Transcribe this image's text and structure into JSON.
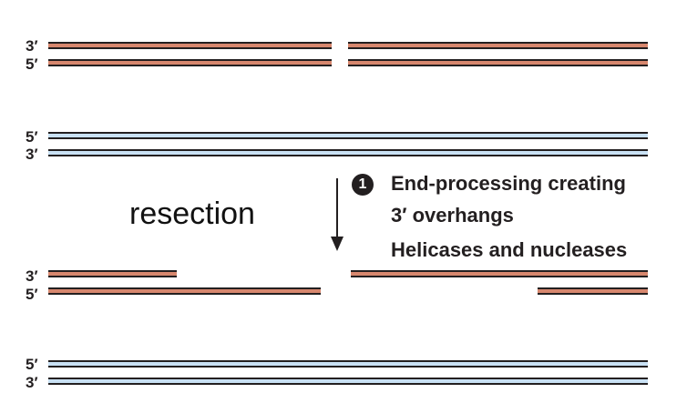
{
  "strand_labels": {
    "top_dna_upper": "3′",
    "top_dna_lower": "5′",
    "homolog_upper": "5′",
    "homolog_lower": "3′",
    "resected_dna_upper": "3′",
    "resected_dna_lower": "5′",
    "bottom_homolog_upper": "5′",
    "bottom_homolog_lower": "3′"
  },
  "annotation": {
    "resection_label": "resection"
  },
  "step": {
    "number": "1",
    "title_line1": "End-processing creating",
    "title_line2": "3′ overhangs",
    "subtitle": "Helicases and nucleases"
  },
  "colors": {
    "broken_dna": "#d7876e",
    "homologous_dna": "#c9e1f4",
    "outline": "#231f20"
  }
}
